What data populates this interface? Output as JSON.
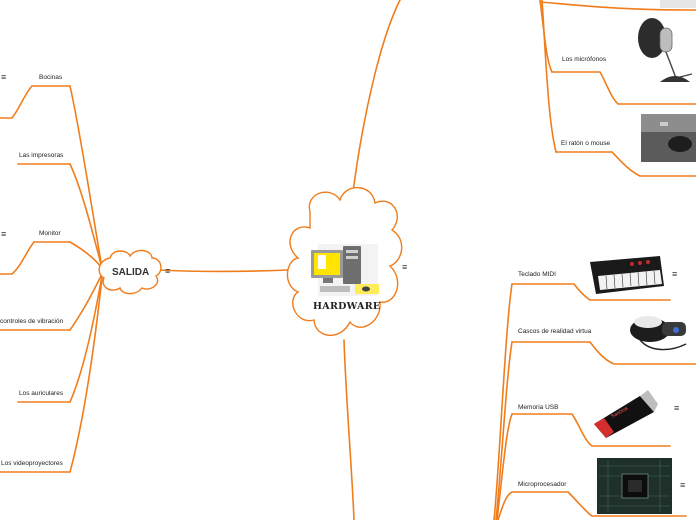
{
  "central": {
    "title": "HARDWARE",
    "icon": "computer-icon"
  },
  "output_branch": {
    "title": "SALIDA",
    "items": [
      {
        "label": "Bocinas"
      },
      {
        "label": "Las impresoras"
      },
      {
        "label": "Monitor"
      },
      {
        "label": "controles de vibración"
      },
      {
        "label": "Los auriculares"
      },
      {
        "label": "Los videoproyectores"
      }
    ]
  },
  "input_branch_top": {
    "items": [
      {
        "label": "Los micrófonos",
        "icon": "microphone-icon"
      },
      {
        "label": "El ratón o mouse",
        "icon": "mouse-icon"
      }
    ]
  },
  "input_branch_bottom": {
    "items": [
      {
        "label": "Teclado MIDI",
        "icon": "midi-keyboard-icon"
      },
      {
        "label": "Cascos de realidad virtua",
        "icon": "vr-headset-icon"
      },
      {
        "label": "Memoria USB",
        "icon": "usb-drive-icon"
      },
      {
        "label": "Microprocesador",
        "icon": "microprocessor-icon"
      }
    ]
  },
  "menu_glyph": "≡",
  "colors": {
    "branch": "#f07d1c",
    "cloud_stroke": "#f07d1c",
    "text": "#222222"
  }
}
